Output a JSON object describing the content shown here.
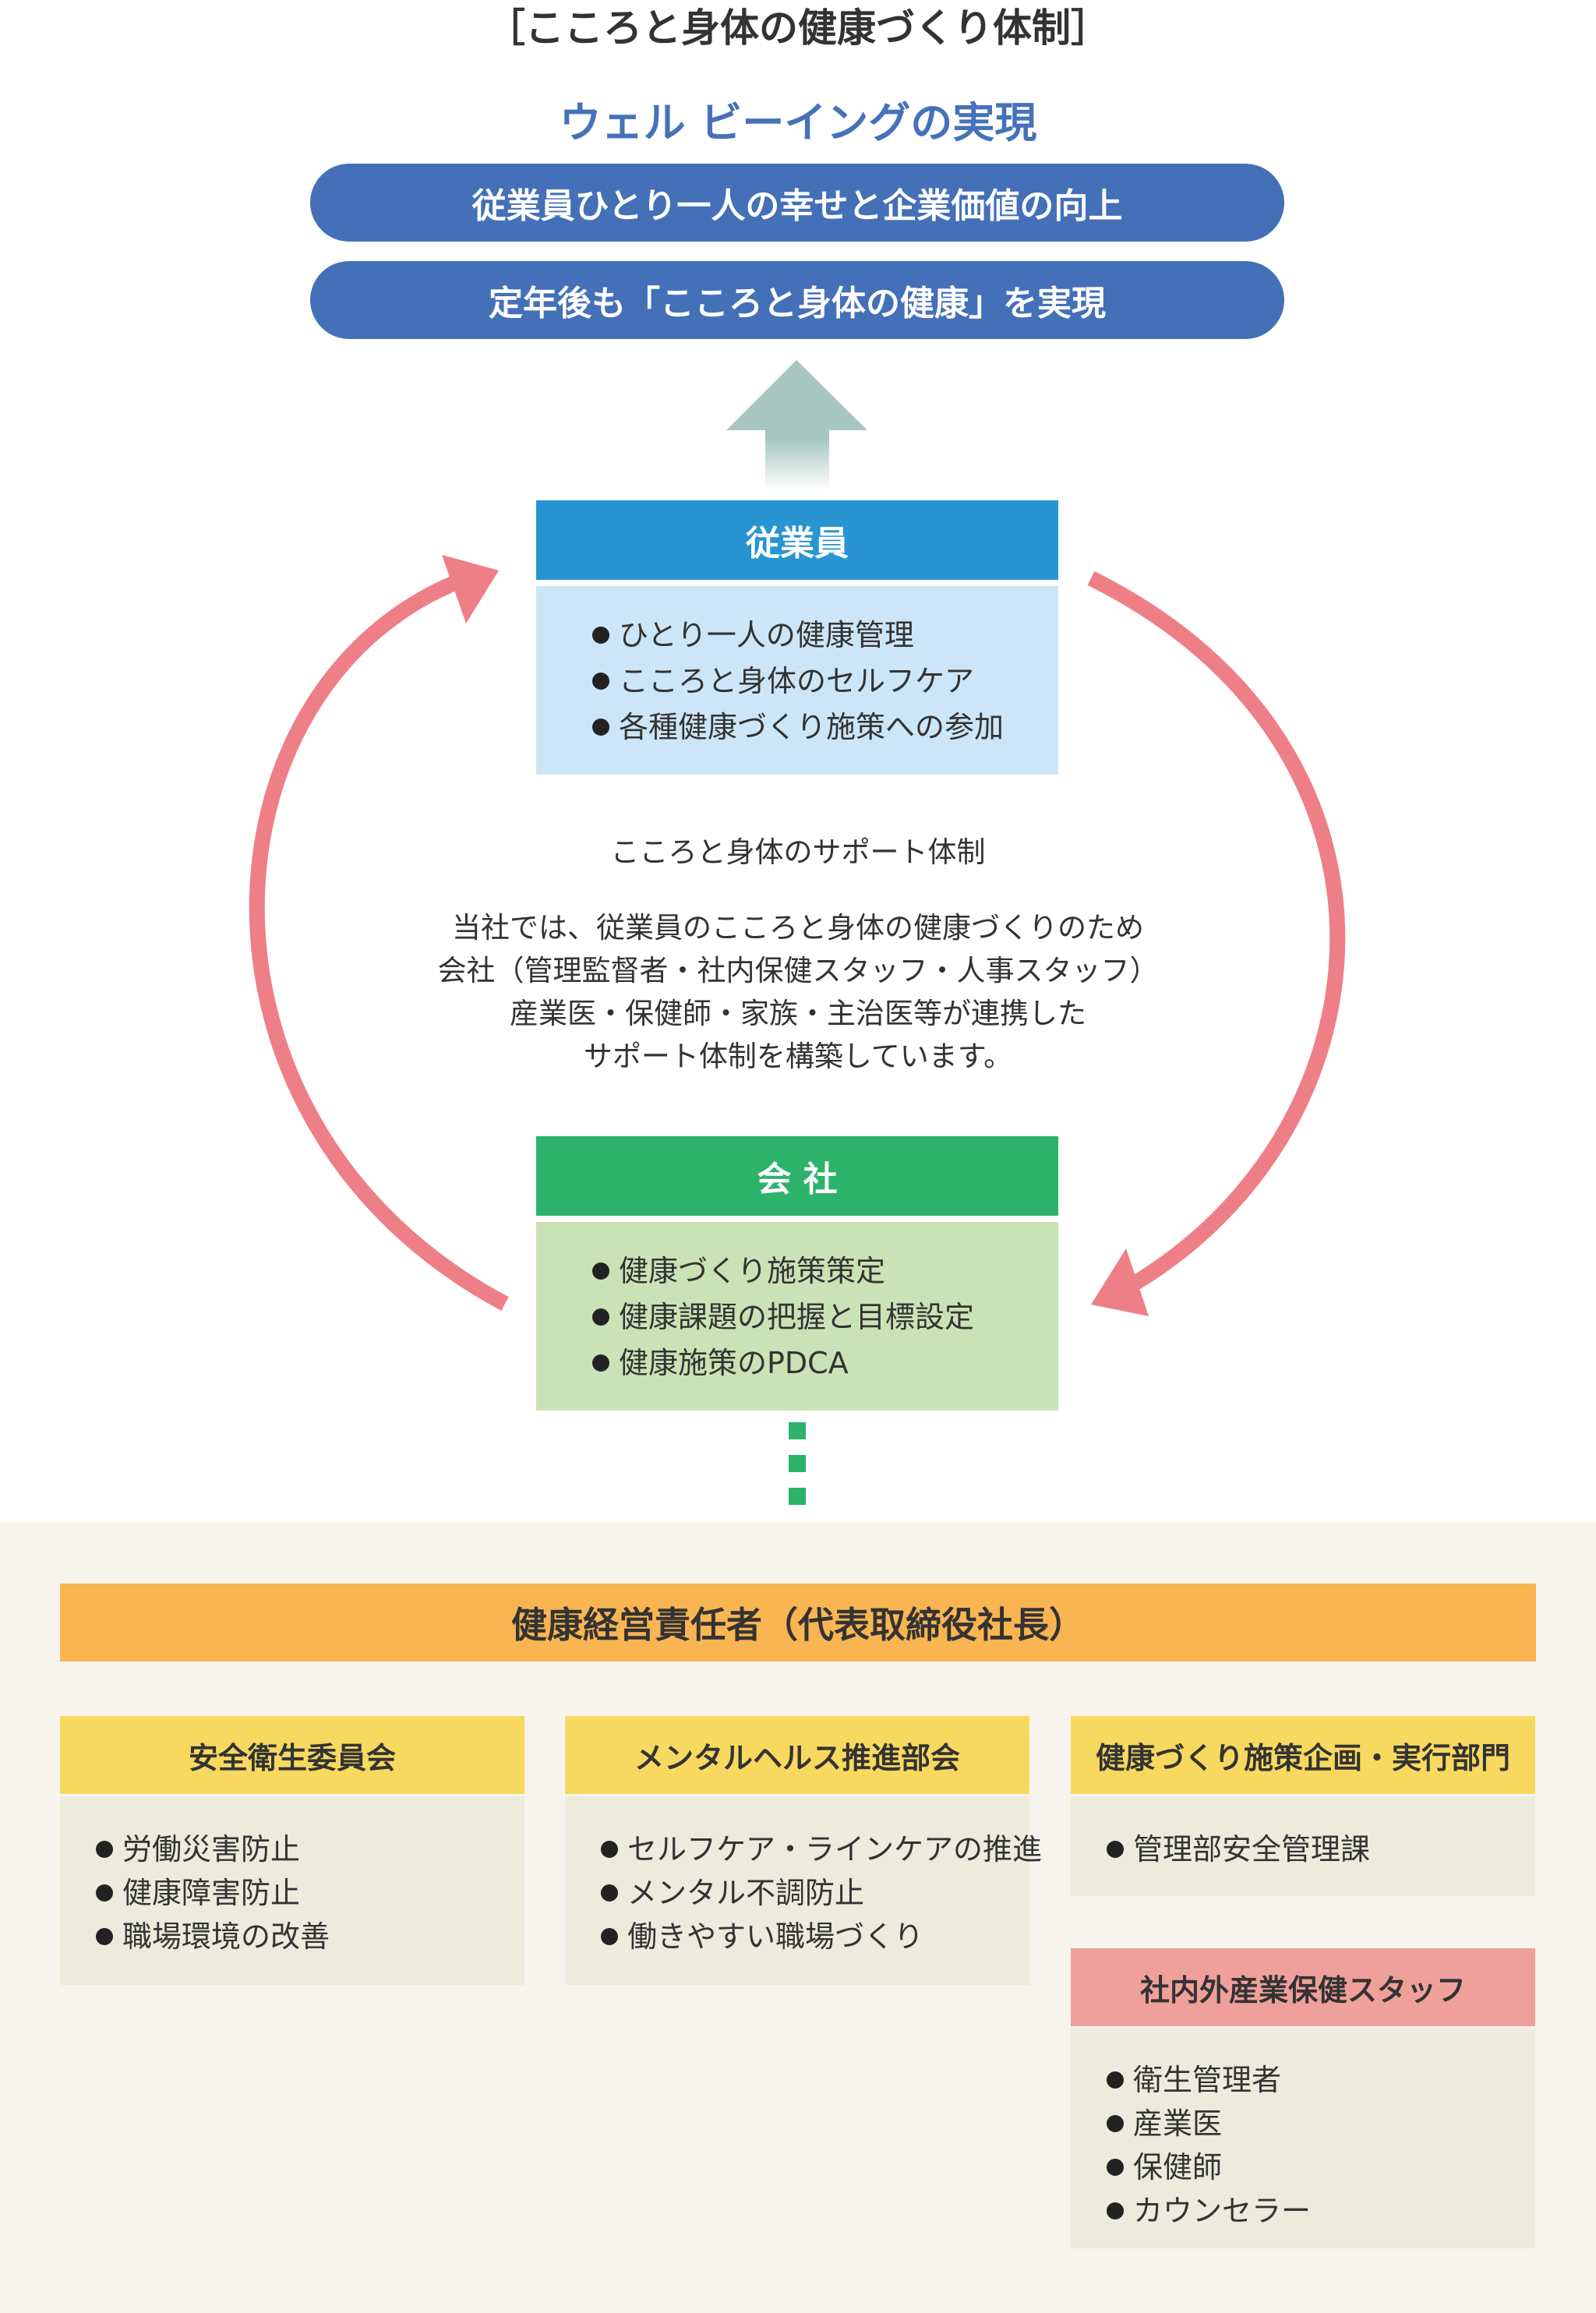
{
  "title": "［こころと身体の健康づくり体制］",
  "wellbeing": {
    "heading": "ウェル ビーイングの実現",
    "goals": [
      "従業員ひとり一人の幸せと企業価値の向上",
      "定年後も「こころと身体の健康」を実現"
    ]
  },
  "employee": {
    "label": "従業員",
    "items": [
      "ひとり一人の健康管理",
      "こころと身体のセルフケア",
      "各種健康づくり施策への参加"
    ]
  },
  "support": {
    "title": "こころと身体のサポート体制",
    "description": [
      "当社では、従業員のこころと身体の健康づくりのため",
      "会社（管理監督者・社内保健スタッフ・人事スタッフ）",
      "産業医・保健師・家族・主治医等が連携した",
      "サポート体制を構築しています。"
    ]
  },
  "company": {
    "label": "会 社",
    "items": [
      "健康づくり施策策定",
      "健康課題の把握と目標設定",
      "健康施策のPDCA"
    ]
  },
  "organization": {
    "head": "健康経営責任者（代表取締役社長）",
    "groups": [
      {
        "name": "安全衛生委員会",
        "items": [
          "労働災害防止",
          "健康障害防止",
          "職場環境の改善"
        ]
      },
      {
        "name": "メンタルヘルス推進部会",
        "items": [
          "セルフケア・ラインケアの推進",
          "メンタル不調防止",
          "働きやすい職場づくり"
        ]
      },
      {
        "name": "健康づくり施策企画・実行部門",
        "items": [
          "管理部安全管理課"
        ]
      },
      {
        "name": "社内外産業保健スタッフ",
        "items": [
          "衛生管理者",
          "産業医",
          "保健師",
          "カウンセラー"
        ]
      }
    ]
  },
  "colors": {
    "goal_blue": "#4470b8",
    "employee_blue": "#2894d2",
    "employee_light": "#cce6f8",
    "company_green": "#2db26c",
    "company_light": "#cae3b6",
    "cycle_arrow_pink": "#ee7f86",
    "up_arrow": "#a7c6c0",
    "head_orange": "#f8b552",
    "group_yellow": "#f8d95f",
    "staff_pink": "#f0a09a",
    "panel_beige": "#f6f4ec",
    "body_beige": "#ecebdc"
  }
}
